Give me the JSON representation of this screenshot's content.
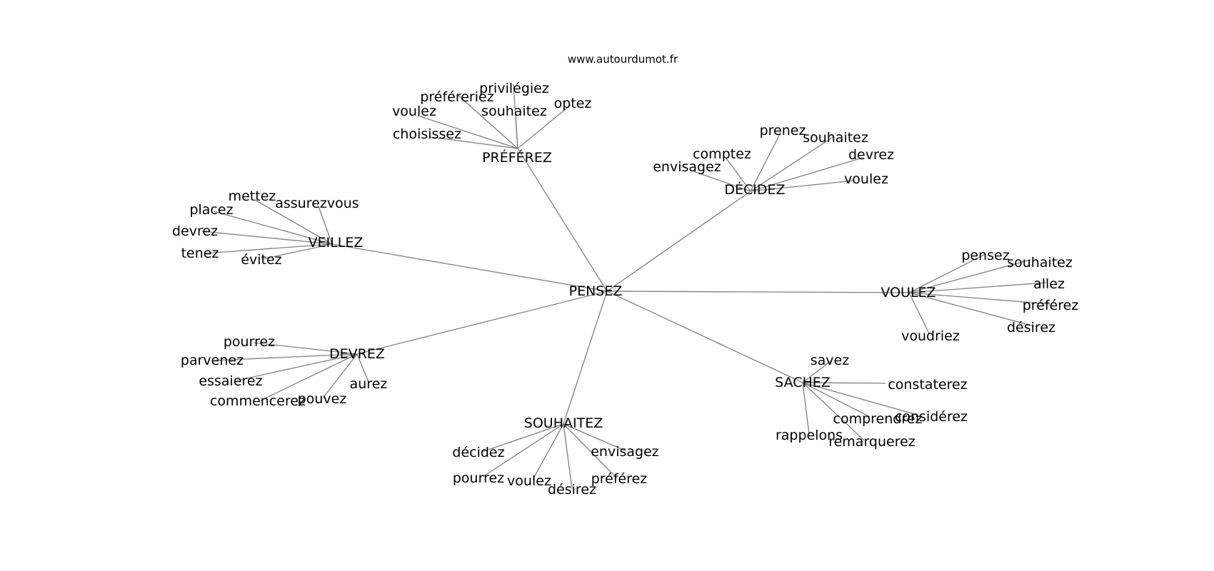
{
  "source": "www.autourdumot.fr",
  "colors": {
    "edge": "#808080",
    "text": "#000000",
    "background": "#ffffff"
  },
  "graph": {
    "center": {
      "id": "pensez",
      "label": "PENSEZ"
    },
    "hubs": [
      {
        "id": "preferez",
        "label": "PRÉFÉREZ",
        "leaves": [
          {
            "id": "preferez-privilegiez",
            "label": "privilégiez"
          },
          {
            "id": "preferez-prefereriez",
            "label": "préféreriez"
          },
          {
            "id": "preferez-voulez",
            "label": "voulez"
          },
          {
            "id": "preferez-souhaitez",
            "label": "souhaitez"
          },
          {
            "id": "preferez-optez",
            "label": "optez"
          },
          {
            "id": "preferez-choisissez",
            "label": "choisissez"
          }
        ]
      },
      {
        "id": "decidez",
        "label": "DÉCIDEZ",
        "leaves": [
          {
            "id": "decidez-prenez",
            "label": "prenez"
          },
          {
            "id": "decidez-souhaitez",
            "label": "souhaitez"
          },
          {
            "id": "decidez-comptez",
            "label": "comptez"
          },
          {
            "id": "decidez-devrez",
            "label": "devrez"
          },
          {
            "id": "decidez-envisagez",
            "label": "envisagez"
          },
          {
            "id": "decidez-voulez",
            "label": "voulez"
          }
        ]
      },
      {
        "id": "veillez",
        "label": "VEILLEZ",
        "leaves": [
          {
            "id": "veillez-mettez",
            "label": "mettez"
          },
          {
            "id": "veillez-assurezvous",
            "label": "assurezvous"
          },
          {
            "id": "veillez-placez",
            "label": "placez"
          },
          {
            "id": "veillez-devrez",
            "label": "devrez"
          },
          {
            "id": "veillez-tenez",
            "label": "tenez"
          },
          {
            "id": "veillez-evitez",
            "label": "évitez"
          }
        ]
      },
      {
        "id": "voulez",
        "label": "VOULEZ",
        "leaves": [
          {
            "id": "voulez-pensez",
            "label": "pensez"
          },
          {
            "id": "voulez-souhaitez",
            "label": "souhaitez"
          },
          {
            "id": "voulez-allez",
            "label": "allez"
          },
          {
            "id": "voulez-preferez",
            "label": "préférez"
          },
          {
            "id": "voulez-desirez",
            "label": "désirez"
          },
          {
            "id": "voulez-voudriez",
            "label": "voudriez"
          }
        ]
      },
      {
        "id": "devrez",
        "label": "DEVREZ",
        "leaves": [
          {
            "id": "devrez-pourrez",
            "label": "pourrez"
          },
          {
            "id": "devrez-parvenez",
            "label": "parvenez"
          },
          {
            "id": "devrez-essaierez",
            "label": "essaierez"
          },
          {
            "id": "devrez-commencerez",
            "label": "commencerez"
          },
          {
            "id": "devrez-pouvez",
            "label": "pouvez"
          },
          {
            "id": "devrez-aurez",
            "label": "aurez"
          }
        ]
      },
      {
        "id": "sachez",
        "label": "SACHEZ",
        "leaves": [
          {
            "id": "sachez-savez",
            "label": "savez"
          },
          {
            "id": "sachez-constaterez",
            "label": "constaterez"
          },
          {
            "id": "sachez-considerez",
            "label": "considérez"
          },
          {
            "id": "sachez-comprendrez",
            "label": "comprendrez"
          },
          {
            "id": "sachez-rappelons",
            "label": "rappelons"
          },
          {
            "id": "sachez-remarquerez",
            "label": "remarquerez"
          }
        ]
      },
      {
        "id": "souhaitez",
        "label": "SOUHAITEZ",
        "leaves": [
          {
            "id": "souhaitez-decidez",
            "label": "décidez"
          },
          {
            "id": "souhaitez-envisagez",
            "label": "envisagez"
          },
          {
            "id": "souhaitez-pourrez",
            "label": "pourrez"
          },
          {
            "id": "souhaitez-voulez",
            "label": "voulez"
          },
          {
            "id": "souhaitez-desirez",
            "label": "désirez"
          },
          {
            "id": "souhaitez-preferez",
            "label": "préférez"
          }
        ]
      }
    ]
  }
}
